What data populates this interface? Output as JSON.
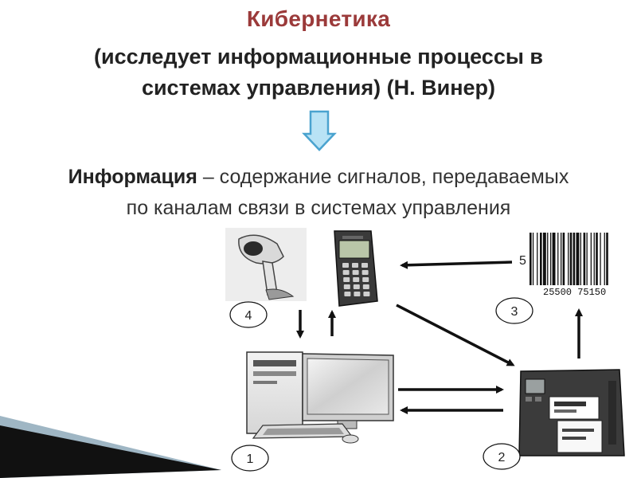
{
  "slide": {
    "title": "Кибернетика",
    "subtitle_line1": "(исследует информационные процессы в",
    "subtitle_line2": "системах управления) (Н. Винер)",
    "definition_term": "Информация",
    "definition_rest": " – содержание сигналов, передаваемых",
    "definition_line2": "по каналам связи в системах управления"
  },
  "diagram": {
    "labels": {
      "computer": "1",
      "printer": "2",
      "barcode": "3",
      "scanner": "4"
    },
    "barcode_left_digit": "5",
    "barcode_digits": "25500 75150"
  },
  "colors": {
    "title": "#9b3a3a",
    "down_arrow_fill": "#b9e3f5",
    "down_arrow_stroke": "#4aa3cf",
    "arrows": "#111111"
  }
}
